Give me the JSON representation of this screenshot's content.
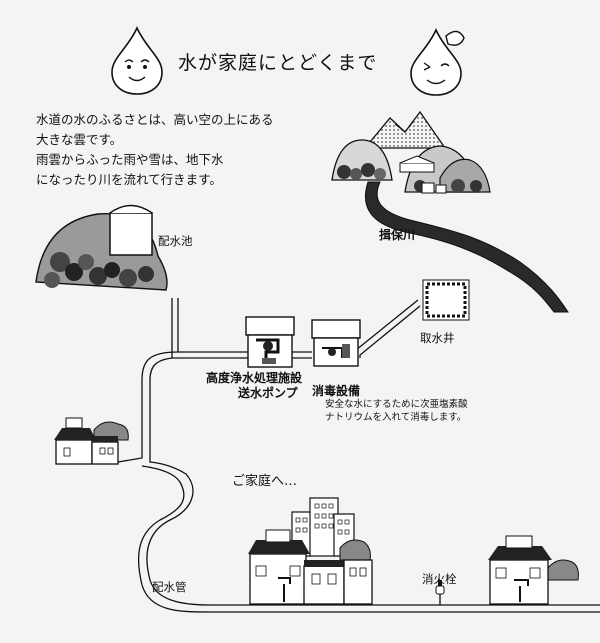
{
  "title": "水が家庭にとどくまで",
  "intro": {
    "line1": "水道の水のふるさとは、高い空の上にある",
    "line2": "大きな雲です。",
    "line3": "雨雲からふった雨や雪は、地下水",
    "line4": "になったり川を流れて行きます。"
  },
  "labels": {
    "river": "揖保川",
    "reservoir": "配水池",
    "intake": "取水井",
    "treatment_plant": "高度浄水処理施設",
    "pump": "送水ポンプ",
    "disinfection": "消毒設備",
    "disinfection_note_1": "安全な水にするために次亜塩素酸",
    "disinfection_note_2": "ナトリウムを入れて消毒します。",
    "to_home": "ご家庭へ…",
    "distribution_pipe": "配水管",
    "hydrant": "消火栓"
  },
  "icons": [
    "water-drop-boy-icon",
    "water-drop-girl-icon"
  ]
}
